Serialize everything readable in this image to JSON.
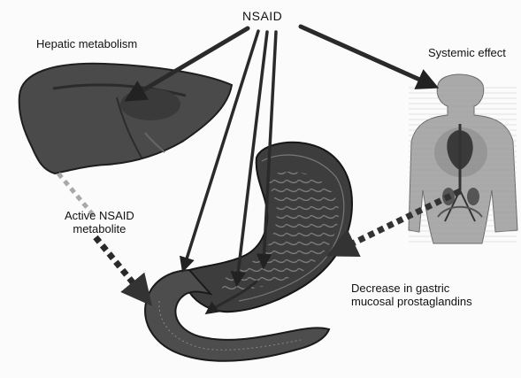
{
  "labels": {
    "nsaid": "NSAID",
    "hepatic_metabolism": "Hepatic metabolism",
    "systemic_effect": "Systemic effect",
    "active_metabolite": [
      "Active NSAID",
      "metabolite"
    ],
    "gastric_effect": [
      "Decrease in gastric",
      "mucosal prostaglandins"
    ]
  },
  "colors": {
    "organ_fill": "#4a4a4a",
    "organ_dark": "#1e1e1e",
    "arrow": "#2a2a2a",
    "dashed_arrow": "#3a3a3a",
    "body_figure": "#9a9a9a"
  },
  "icons": {
    "liver": "liver-illustration",
    "stomach": "stomach-illustration",
    "intestine": "duodenum-illustration",
    "human_body": "human-body-illustration"
  }
}
